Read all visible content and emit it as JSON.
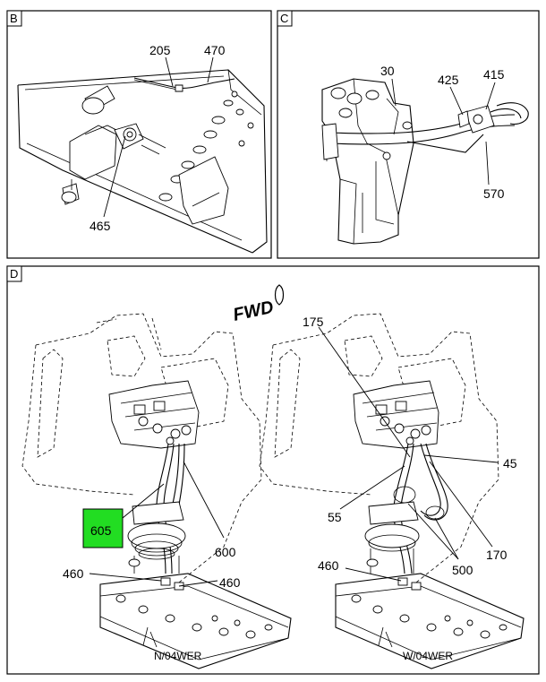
{
  "panels": {
    "B": {
      "letter": "B",
      "callouts": {
        "c205": "205",
        "c470": "470",
        "c465": "465"
      }
    },
    "C": {
      "letter": "C",
      "callouts": {
        "c30": "30",
        "c425": "425",
        "c415": "415",
        "c570": "570"
      }
    },
    "D": {
      "letter": "D",
      "fwd": "FWD",
      "left_caption": "N/04WER",
      "right_caption": "W/04WER",
      "callouts": {
        "c605": "605",
        "c600": "600",
        "c460a": "460",
        "c460b": "460",
        "c175": "175",
        "c45": "45",
        "c55": "55",
        "c170": "170",
        "c460c": "460",
        "c500": "500"
      },
      "highlight": {
        "label": "605",
        "color": "#22dd22"
      }
    }
  }
}
